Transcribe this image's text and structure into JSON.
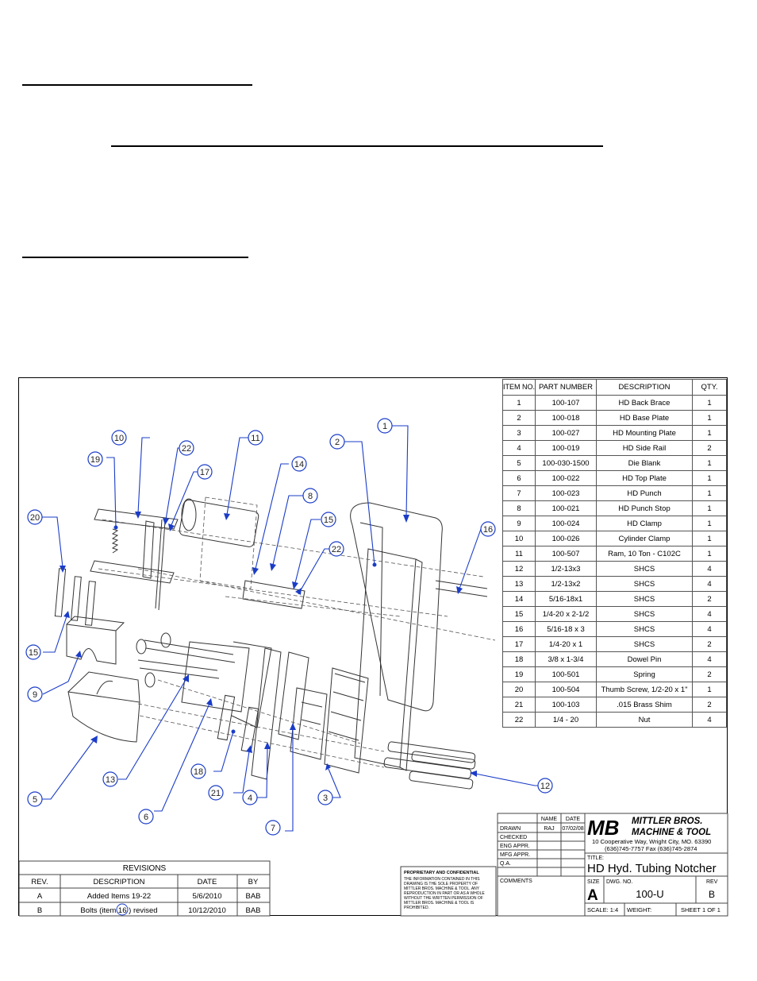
{
  "drawing": {
    "bom": {
      "headers": {
        "item": "ITEM NO.",
        "part": "PART NUMBER",
        "desc": "DESCRIPTION",
        "qty": "QTY."
      },
      "rows": [
        {
          "item": "1",
          "part": "100-107",
          "desc": "HD Back Brace",
          "qty": "1"
        },
        {
          "item": "2",
          "part": "100-018",
          "desc": "HD Base Plate",
          "qty": "1"
        },
        {
          "item": "3",
          "part": "100-027",
          "desc": "HD Mounting Plate",
          "qty": "1"
        },
        {
          "item": "4",
          "part": "100-019",
          "desc": "HD Side Rail",
          "qty": "2"
        },
        {
          "item": "5",
          "part": "100-030-1500",
          "desc": "Die Blank",
          "qty": "1"
        },
        {
          "item": "6",
          "part": "100-022",
          "desc": "HD Top Plate",
          "qty": "1"
        },
        {
          "item": "7",
          "part": "100-023",
          "desc": "HD Punch",
          "qty": "1"
        },
        {
          "item": "8",
          "part": "100-021",
          "desc": "HD Punch Stop",
          "qty": "1"
        },
        {
          "item": "9",
          "part": "100-024",
          "desc": "HD Clamp",
          "qty": "1"
        },
        {
          "item": "10",
          "part": "100-026",
          "desc": "Cylinder Clamp",
          "qty": "1"
        },
        {
          "item": "11",
          "part": "100-507",
          "desc": "Ram, 10 Ton - C102C",
          "qty": "1"
        },
        {
          "item": "12",
          "part": "1/2-13x3",
          "desc": "SHCS",
          "qty": "4"
        },
        {
          "item": "13",
          "part": "1/2-13x2",
          "desc": "SHCS",
          "qty": "4"
        },
        {
          "item": "14",
          "part": "5/16-18x1",
          "desc": "SHCS",
          "qty": "2"
        },
        {
          "item": "15",
          "part": "1/4-20 x 2-1/2",
          "desc": "SHCS",
          "qty": "4"
        },
        {
          "item": "16",
          "part": "5/16-18 x 3",
          "desc": "SHCS",
          "qty": "4"
        },
        {
          "item": "17",
          "part": "1/4-20 x 1",
          "desc": "SHCS",
          "qty": "2"
        },
        {
          "item": "18",
          "part": "3/8 x 1-3/4",
          "desc": "Dowel Pin",
          "qty": "4"
        },
        {
          "item": "19",
          "part": "100-501",
          "desc": "Spring",
          "qty": "2"
        },
        {
          "item": "20",
          "part": "100-504",
          "desc": "Thumb Screw, 1/2-20 x 1\"",
          "qty": "1"
        },
        {
          "item": "21",
          "part": "100-103",
          "desc": ".015 Brass Shim",
          "qty": "2"
        },
        {
          "item": "22",
          "part": "1/4 - 20",
          "desc": "Nut",
          "qty": "4"
        }
      ]
    },
    "balloons": [
      "1",
      "2",
      "3",
      "4",
      "5",
      "6",
      "7",
      "8",
      "9",
      "10",
      "11",
      "12",
      "13",
      "14",
      "15",
      "15",
      "16",
      "17",
      "18",
      "19",
      "20",
      "21",
      "22",
      "22"
    ],
    "revisions": {
      "title": "REVISIONS",
      "headers": {
        "rev": "REV.",
        "desc": "DESCRIPTION",
        "date": "DATE",
        "by": "BY"
      },
      "rows": [
        {
          "rev": "A",
          "desc": "Added Items 19-22",
          "date": "5/6/2010",
          "by": "BAB"
        },
        {
          "rev": "B",
          "desc": "Bolts (item 16 ) revised",
          "date": "10/12/2010",
          "by": "BAB"
        }
      ]
    },
    "proprietary": {
      "title": "PROPRIETARY AND CONFIDENTIAL",
      "lines": [
        "THE INFORMATION CONTAINED IN THIS",
        "DRAWING IS THE SOLE PROPERTY OF",
        "MITTLER BROS. MACHINE & TOOL. ANY",
        "REPRODUCTION IN PART OR AS A WHOLE",
        "WITHOUT THE WRITTEN PERMISSION OF",
        "MITTLER BROS. MACHINE & TOOL IS",
        "PROHIBITED."
      ]
    },
    "title_block": {
      "name_label": "NAME",
      "date_label": "DATE",
      "drawn": "DRAWN",
      "drawn_name": "RAJ",
      "drawn_date": "07/02/08",
      "checked": "CHECKED",
      "eng_appr": "ENG APPR.",
      "mfg_appr": "MFG APPR.",
      "qa": "Q.A.",
      "comments": "COMMENTS",
      "logo": "MB",
      "company_line1": "MITTLER BROS.",
      "company_line2": "MACHINE & TOOL",
      "address": "10 Cooperative Way, Wright City, MO. 63390",
      "phone": "(636)745-7757  Fax (636)745-2874",
      "title_label": "TITLE:",
      "title": "HD Hyd. Tubing Notcher",
      "size_label": "SIZE",
      "size": "A",
      "dwg_label": "DWG.  NO.",
      "dwg_no": "100-U",
      "rev_label": "REV",
      "rev": "B",
      "scale": "SCALE: 1:4",
      "weight": "WEIGHT:",
      "sheet": "SHEET 1 OF 1"
    }
  }
}
